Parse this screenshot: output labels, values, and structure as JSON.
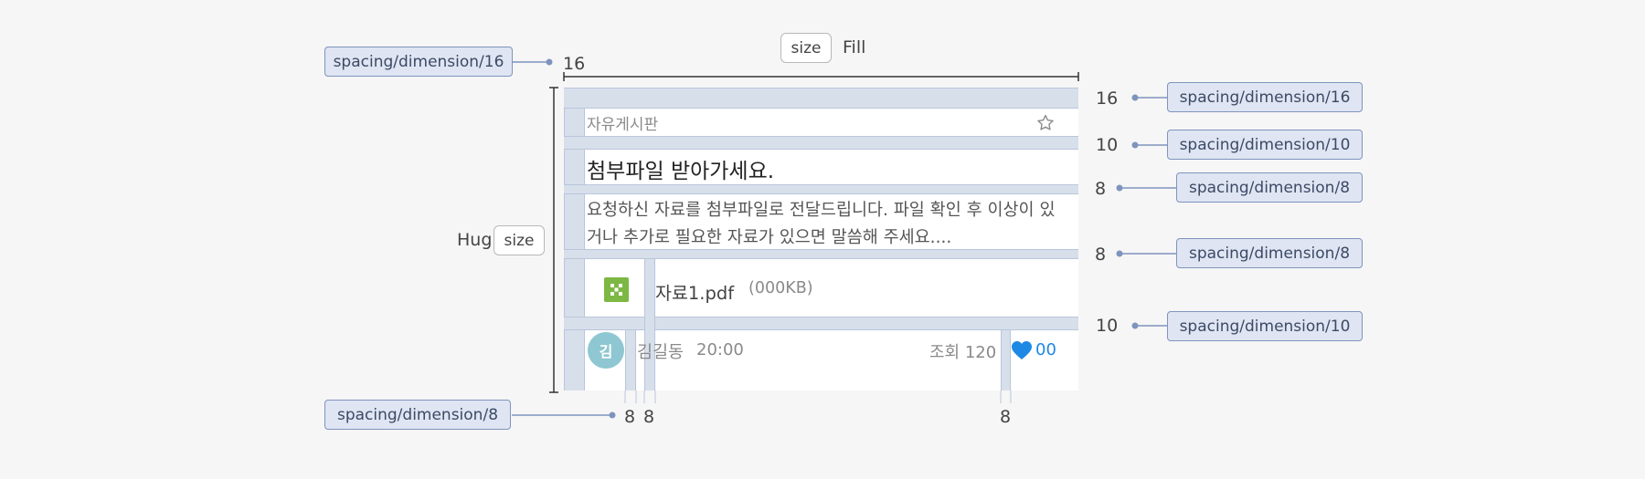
{
  "post": {
    "board": "자유게시판",
    "title": "첨부파일 받아가세요.",
    "body": "요청하신 자료를 첨부파일로 전달드립니다. 파일 확인 후 이상이 있거나 추가로 필요한 자료가 있으면 말씀해 주세요....",
    "attachment": {
      "name": "자료1.pdf",
      "size": "(000KB)"
    },
    "author_initial": "김",
    "author": "김길동",
    "time": "20:00",
    "views": "조회 120",
    "likes": "00"
  },
  "annotations": {
    "size_chip": "size",
    "fill": "Fill",
    "hug": "Hug",
    "hug_chip": "size",
    "left_tag": "spacing/dimension/16",
    "left_num": "16",
    "right_tags": [
      {
        "label": "spacing/dimension/16",
        "num": "16"
      },
      {
        "label": "spacing/dimension/10",
        "num": "10"
      },
      {
        "label": "spacing/dimension/8",
        "num": "8"
      },
      {
        "label": "spacing/dimension/8",
        "num": "8"
      },
      {
        "label": "spacing/dimension/10",
        "num": "10"
      }
    ],
    "bottom_tag": "spacing/dimension/8",
    "bottom_nums": [
      "8",
      "8",
      "8"
    ]
  },
  "colors": {
    "spacing_fill": "#d7dfeb",
    "tag_fill": "#dfe5f2",
    "tag_border": "#7f94bd",
    "like_blue": "#1e88e5",
    "avatar": "#8ec7d2",
    "file_icon": "#7cb843"
  }
}
